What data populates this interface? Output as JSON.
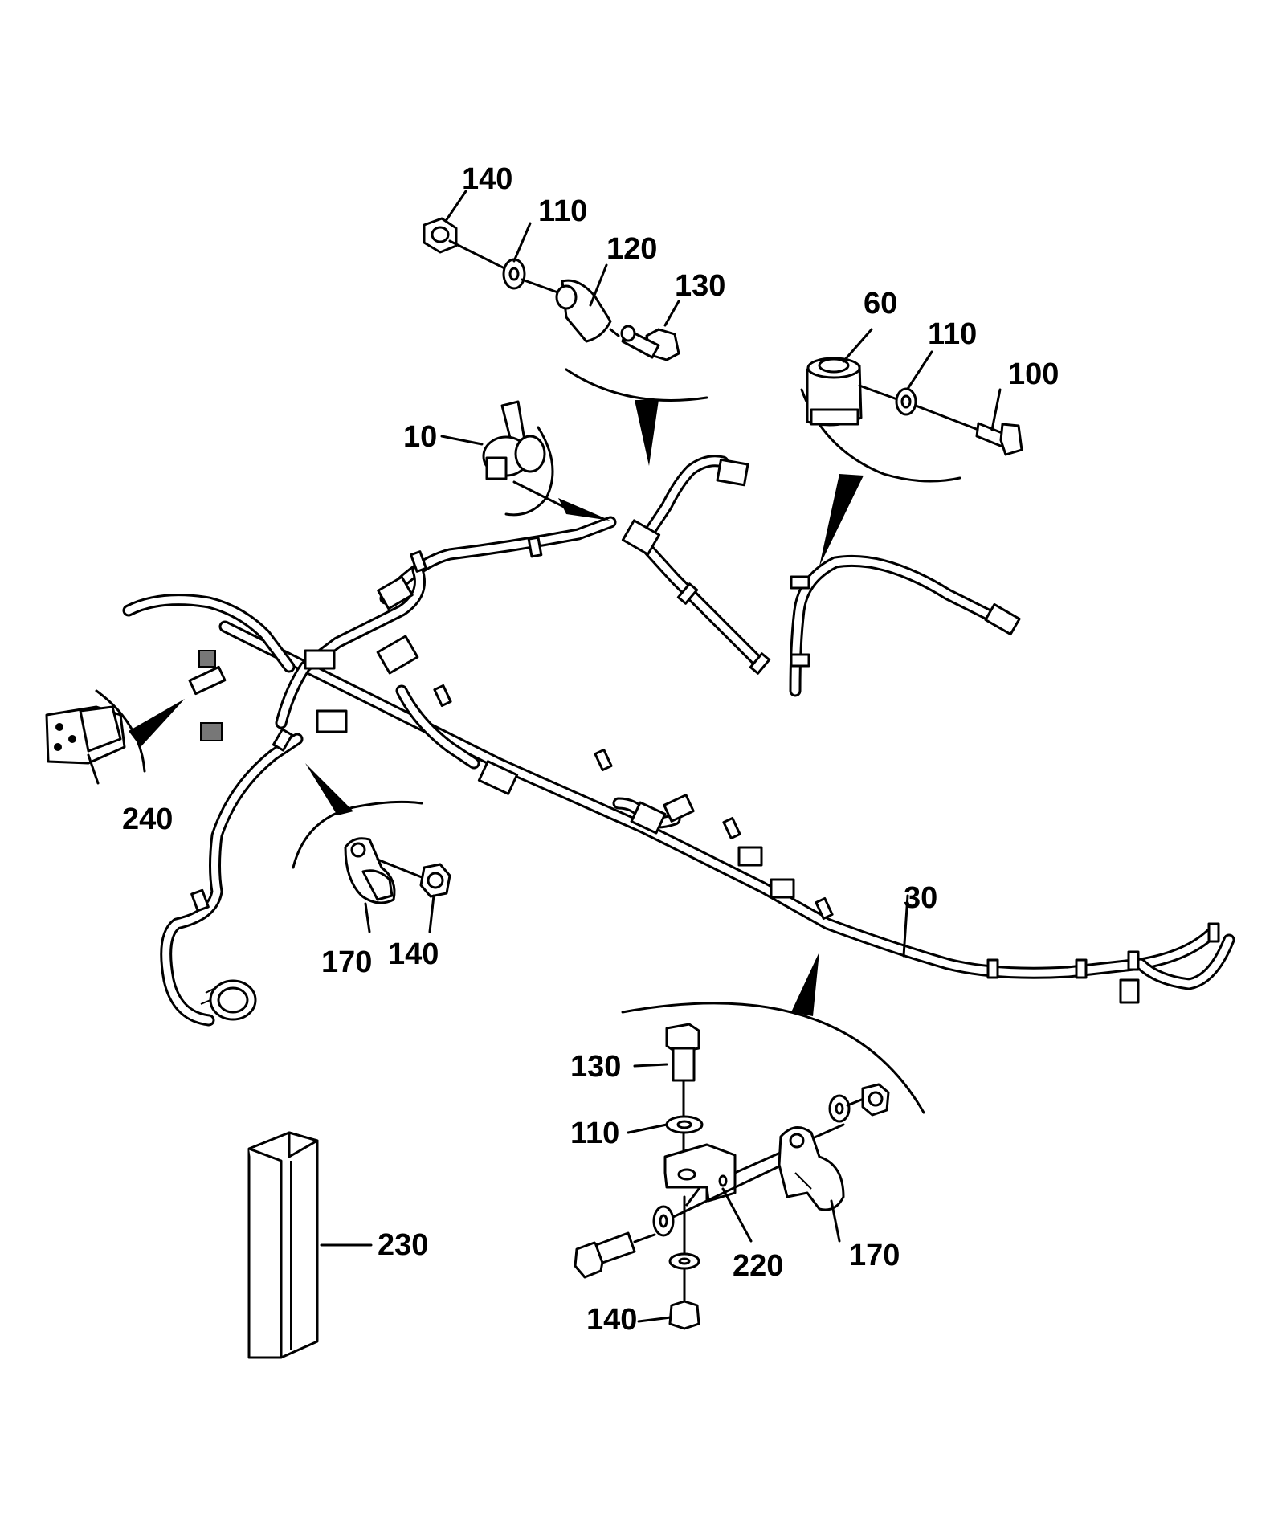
{
  "callouts": {
    "c140_top": "140",
    "c110_top": "110",
    "c120": "120",
    "c130_top": "130",
    "c60": "60",
    "c110_right": "110",
    "c100": "100",
    "c10": "10",
    "c240": "240",
    "c170_left": "170",
    "c140_left": "140",
    "c30": "30",
    "c130_bottom": "130",
    "c110_bottom": "110",
    "c220": "220",
    "c170_bottom": "170",
    "c140_bottom": "140",
    "c230": "230"
  },
  "colors": {
    "line": "#000000",
    "background": "#ffffff",
    "shade": "#777777"
  }
}
